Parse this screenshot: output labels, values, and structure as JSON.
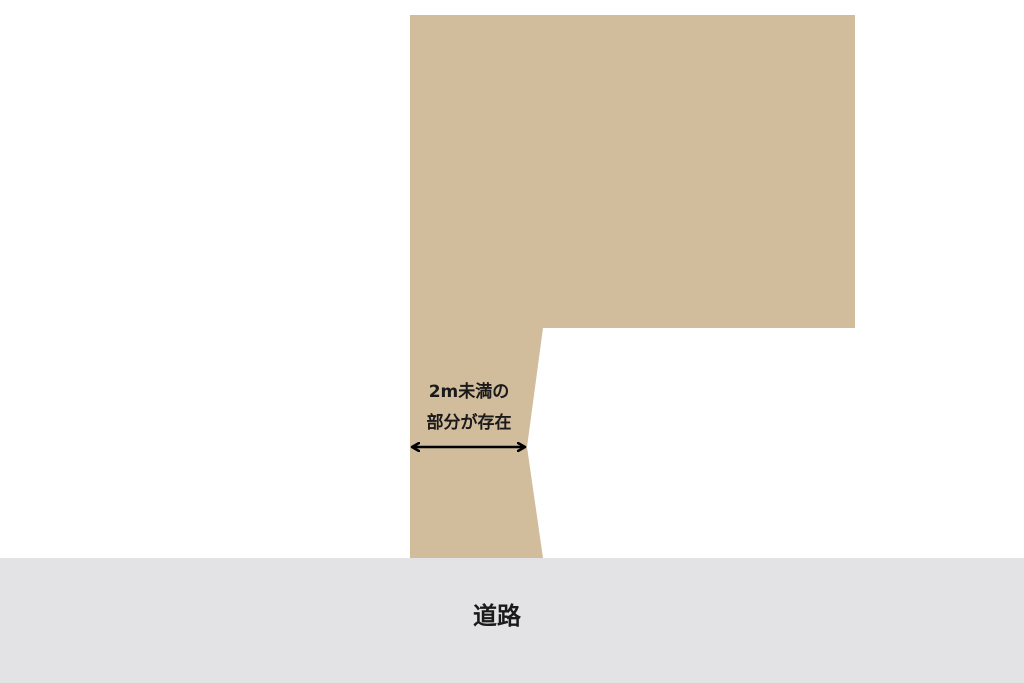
{
  "diagram": {
    "road": {
      "label": "道路",
      "color": "#e3e3e6"
    },
    "lot": {
      "color": "#d1bc9c"
    },
    "width_note": {
      "line1": "2m未満の",
      "line2": "部分が存在",
      "arrow_color": "#000000"
    }
  }
}
